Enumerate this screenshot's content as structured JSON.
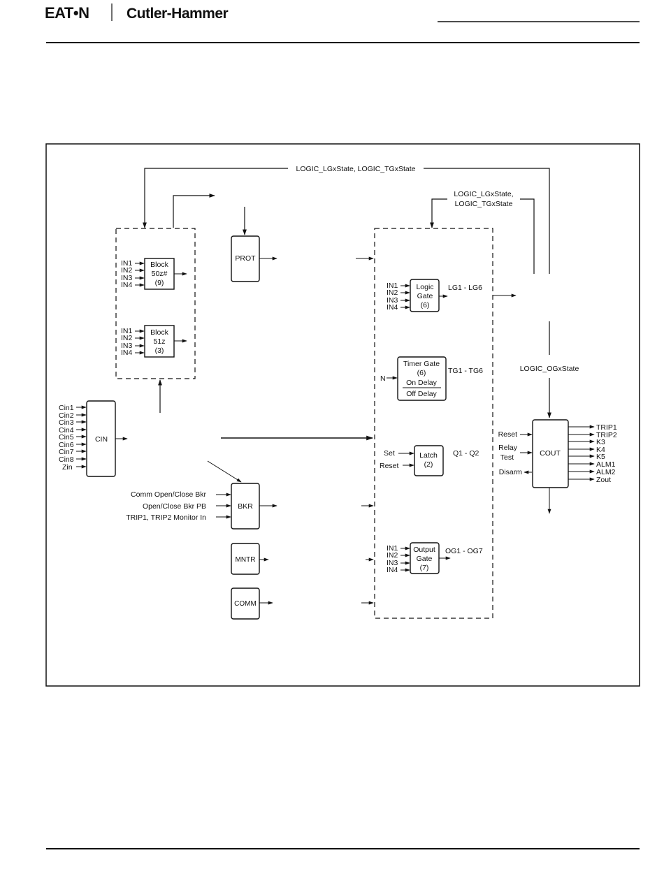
{
  "header": {
    "brand_primary": "EAT•N",
    "brand_secondary": "Cutler-Hammer"
  },
  "diagram": {
    "feedback_top": "LOGIC_LGxState, LOGIC_TGxState",
    "feedback_right_1": "LOGIC_LGxState,",
    "feedback_right_2": "LOGIC_TGxState",
    "og_state": "LOGIC_OGxState",
    "block50": {
      "l1": "Block",
      "l2": "50z#",
      "l3": "(9)",
      "inputs": [
        "IN1",
        "IN2",
        "IN3",
        "IN4"
      ]
    },
    "block51": {
      "l1": "Block",
      "l2": "51z",
      "l3": "(3)",
      "inputs": [
        "IN1",
        "IN2",
        "IN3",
        "IN4"
      ]
    },
    "prot": "PROT",
    "cin": {
      "label": "CIN",
      "inputs": [
        "Cin1",
        "Cin2",
        "Cin3",
        "Cin4",
        "Cin5",
        "Cin6",
        "Cin7",
        "Cin8",
        "Zin"
      ]
    },
    "bkr": {
      "label": "BKR",
      "inputs": [
        "Comm Open/Close Bkr",
        "Open/Close Bkr PB",
        "TRIP1, TRIP2 Monitor In"
      ]
    },
    "mntr": "MNTR",
    "comm": "COMM",
    "logic_gate": {
      "l1": "Logic",
      "l2": "Gate",
      "l3": "(6)",
      "inputs": [
        "IN1",
        "IN2",
        "IN3",
        "IN4"
      ],
      "output": "LG1 - LG6"
    },
    "timer_gate": {
      "l1": "Timer Gate",
      "l2": "(6)",
      "l3": "On Delay",
      "l4": "Off Delay",
      "input": "N",
      "output": "TG1 - TG6"
    },
    "latch": {
      "l1": "Latch",
      "l2": "(2)",
      "inputs": [
        "Set",
        "Reset"
      ],
      "output": "Q1 - Q2"
    },
    "output_gate": {
      "l1": "Output",
      "l2": "Gate",
      "l3": "(7)",
      "inputs": [
        "IN1",
        "IN2",
        "IN3",
        "IN4"
      ],
      "output": "OG1 - OG7"
    },
    "cout": {
      "label": "COUT",
      "inputs": [
        "Reset",
        "Relay",
        "Test",
        "Disarm"
      ],
      "outputs": [
        "TRIP1",
        "TRIP2",
        "K3",
        "K4",
        "K5",
        "ALM1",
        "ALM2",
        "Zout"
      ]
    }
  }
}
